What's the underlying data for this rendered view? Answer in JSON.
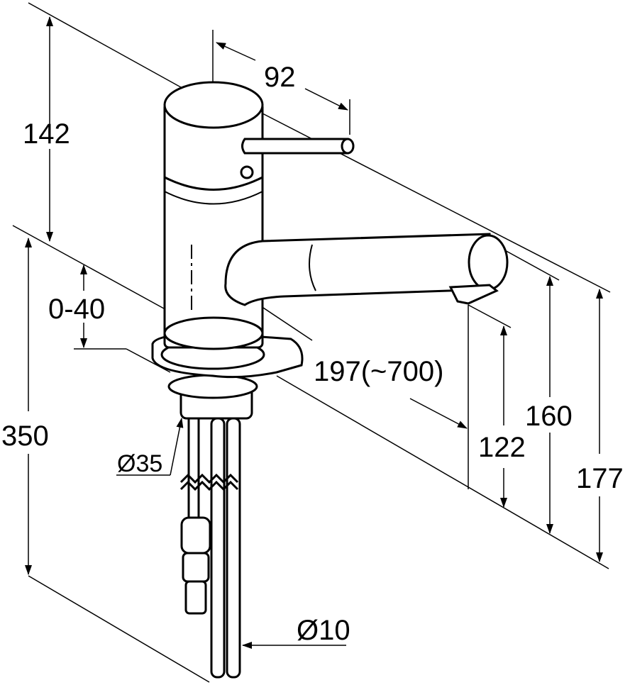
{
  "drawing": {
    "title": "Kitchen mixer tap dimension drawing",
    "dimensions": {
      "total_height": "142",
      "lever_reach": "92",
      "counter_thickness": "0-40",
      "hose_length": "350",
      "mount_diameter": "Ø35",
      "spout_reach": "197(~700)",
      "spout_outlet_height": "122",
      "spout_height": "160",
      "spout_top_height": "177",
      "hose_diameter": "Ø10"
    },
    "colors": {
      "line": "#000000",
      "background": "#ffffff"
    }
  }
}
